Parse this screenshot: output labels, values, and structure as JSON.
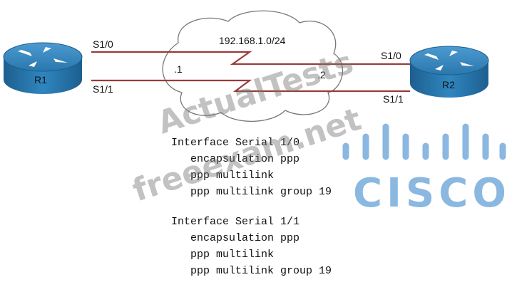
{
  "network": {
    "subnet": "192.168.1.0/24",
    "r1": {
      "name": "R1",
      "if0": "S1/0",
      "if1": "S1/1",
      "host": ".1"
    },
    "r2": {
      "name": "R2",
      "if0": "S1/0",
      "if1": "S1/1",
      "host": ".2"
    },
    "link_color": "#9a3a3a",
    "router_color": "#2b7bb0"
  },
  "config": {
    "block1": [
      "Interface Serial 1/0",
      "   encapsulation ppp",
      "   ppp multilink",
      "   ppp multilink group 19"
    ],
    "block2": [
      "Interface Serial 1/1",
      "   encapsulation ppp",
      "   ppp multilink",
      "   ppp multilink group 19"
    ]
  },
  "watermarks": {
    "line1": "ActualTests",
    "line2": "freeexam.net"
  },
  "logo": {
    "text": "CISCO",
    "color": "#8ab8e0"
  }
}
